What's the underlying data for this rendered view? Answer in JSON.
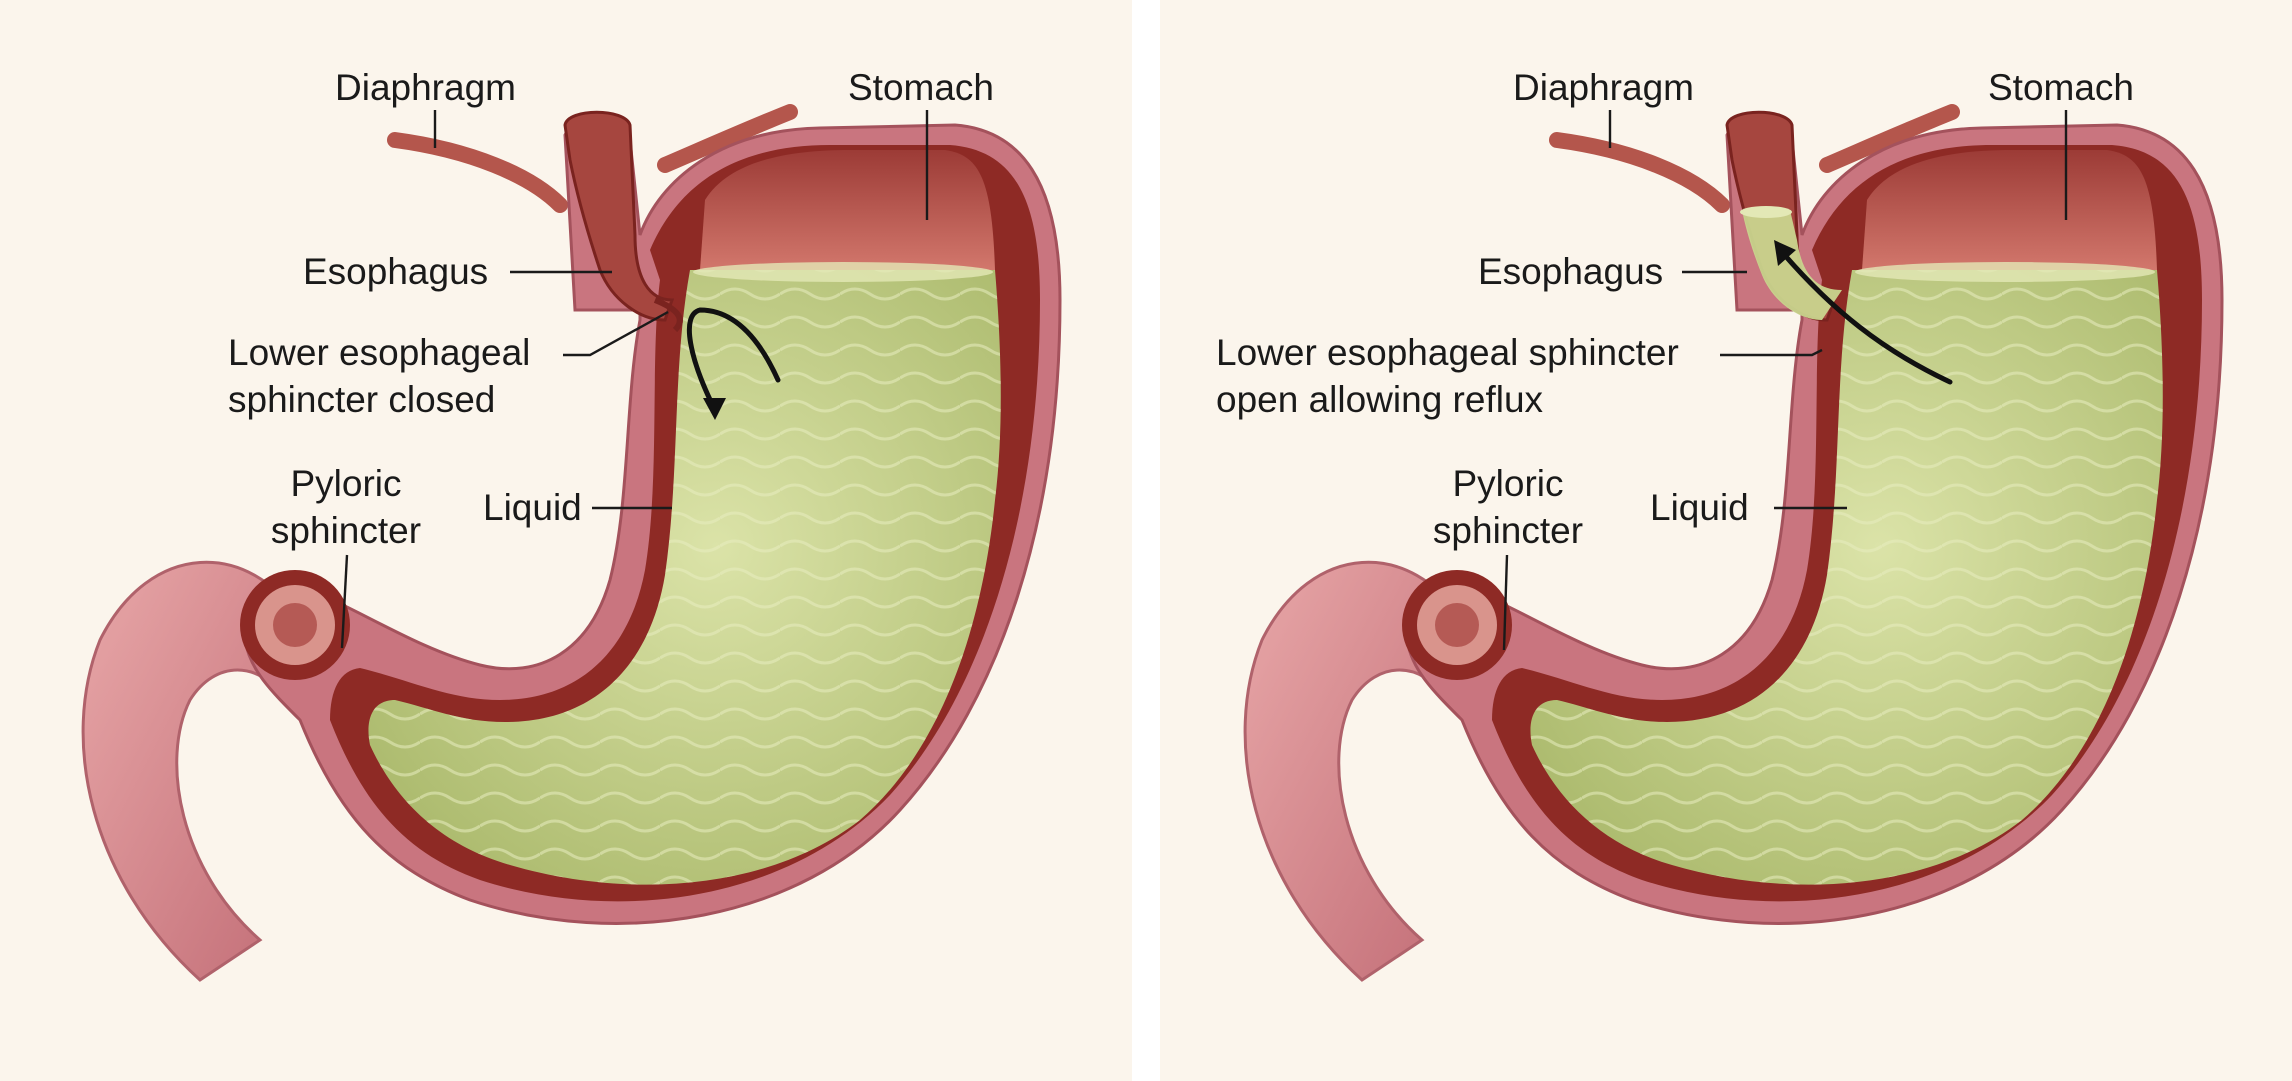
{
  "panels": [
    {
      "id": "closed",
      "labels": {
        "diaphragm": "Diaphragm",
        "stomach": "Stomach",
        "esophagus": "Esophagus",
        "les_line1": "Lower esophageal",
        "les_line2": "sphincter closed",
        "pyloric_line1": "Pyloric",
        "pyloric_line2": "sphincter",
        "liquid": "Liquid"
      }
    },
    {
      "id": "open",
      "labels": {
        "diaphragm": "Diaphragm",
        "stomach": "Stomach",
        "esophagus": "Esophagus",
        "les_line1": "Lower esophageal sphincter",
        "les_line2": "open allowing reflux",
        "pyloric_line1": "Pyloric",
        "pyloric_line2": "sphincter",
        "liquid": "Liquid"
      }
    }
  ],
  "colors": {
    "background": "#fbf5ec",
    "stomach_wall": "#c97983",
    "wall_dark": "#8e2a25",
    "liquid": "#c7d48e",
    "cavity_top": "#b6524a",
    "divider": "#ffffff"
  }
}
